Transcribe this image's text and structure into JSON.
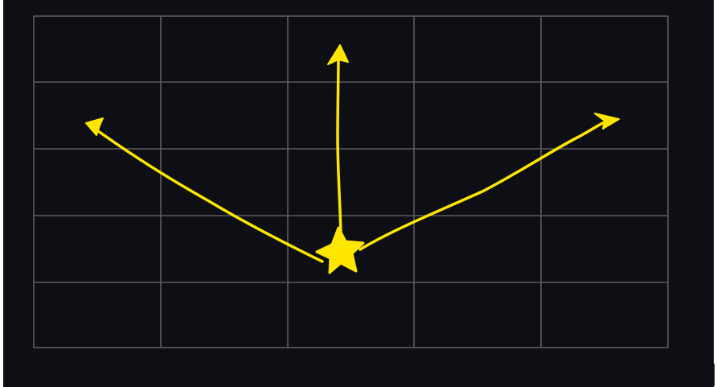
{
  "canvas": {
    "background": "#0d0f14",
    "grid_color": "#5c5c5c",
    "grid": {
      "columns": 5,
      "rows": 5
    }
  },
  "drawing": {
    "ink_color": "#ffe600",
    "shapes": [
      "star",
      "arrow-left",
      "arrow-up",
      "arrow-right"
    ]
  }
}
